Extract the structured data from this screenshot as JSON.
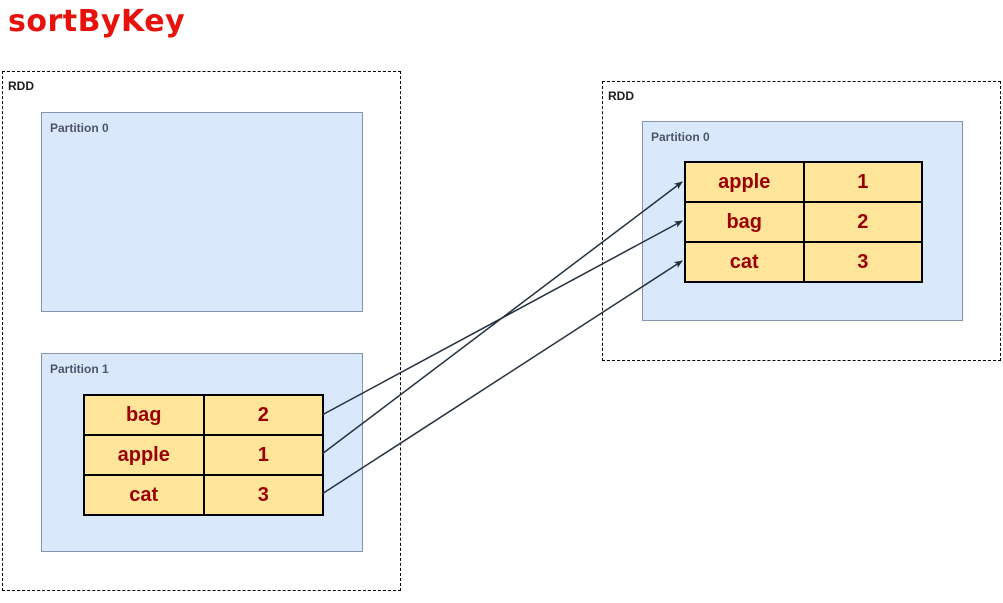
{
  "title": "sortByKey",
  "colors": {
    "title": "#e8120c",
    "partition_fill": "#dae8fc",
    "partition_border": "#8595b1",
    "table_fill": "#ffe599",
    "table_border": "#000000",
    "table_text": "#990000",
    "label_text": "#4d5566",
    "arrow": "#22303f"
  },
  "left_rdd": {
    "label": "RDD",
    "partition0_label": "Partition 0",
    "partition1_label": "Partition 1",
    "partition1_table": [
      [
        "bag",
        "2"
      ],
      [
        "apple",
        "1"
      ],
      [
        "cat",
        "3"
      ]
    ]
  },
  "right_rdd": {
    "label": "RDD",
    "partition0_label": "Partition 0",
    "partition0_table": [
      [
        "apple",
        "1"
      ],
      [
        "bag",
        "2"
      ],
      [
        "cat",
        "3"
      ]
    ]
  },
  "arrows": [
    {
      "key": "bag",
      "from_row": 0,
      "to_row": 1
    },
    {
      "key": "apple",
      "from_row": 1,
      "to_row": 0
    },
    {
      "key": "cat",
      "from_row": 2,
      "to_row": 2
    }
  ]
}
